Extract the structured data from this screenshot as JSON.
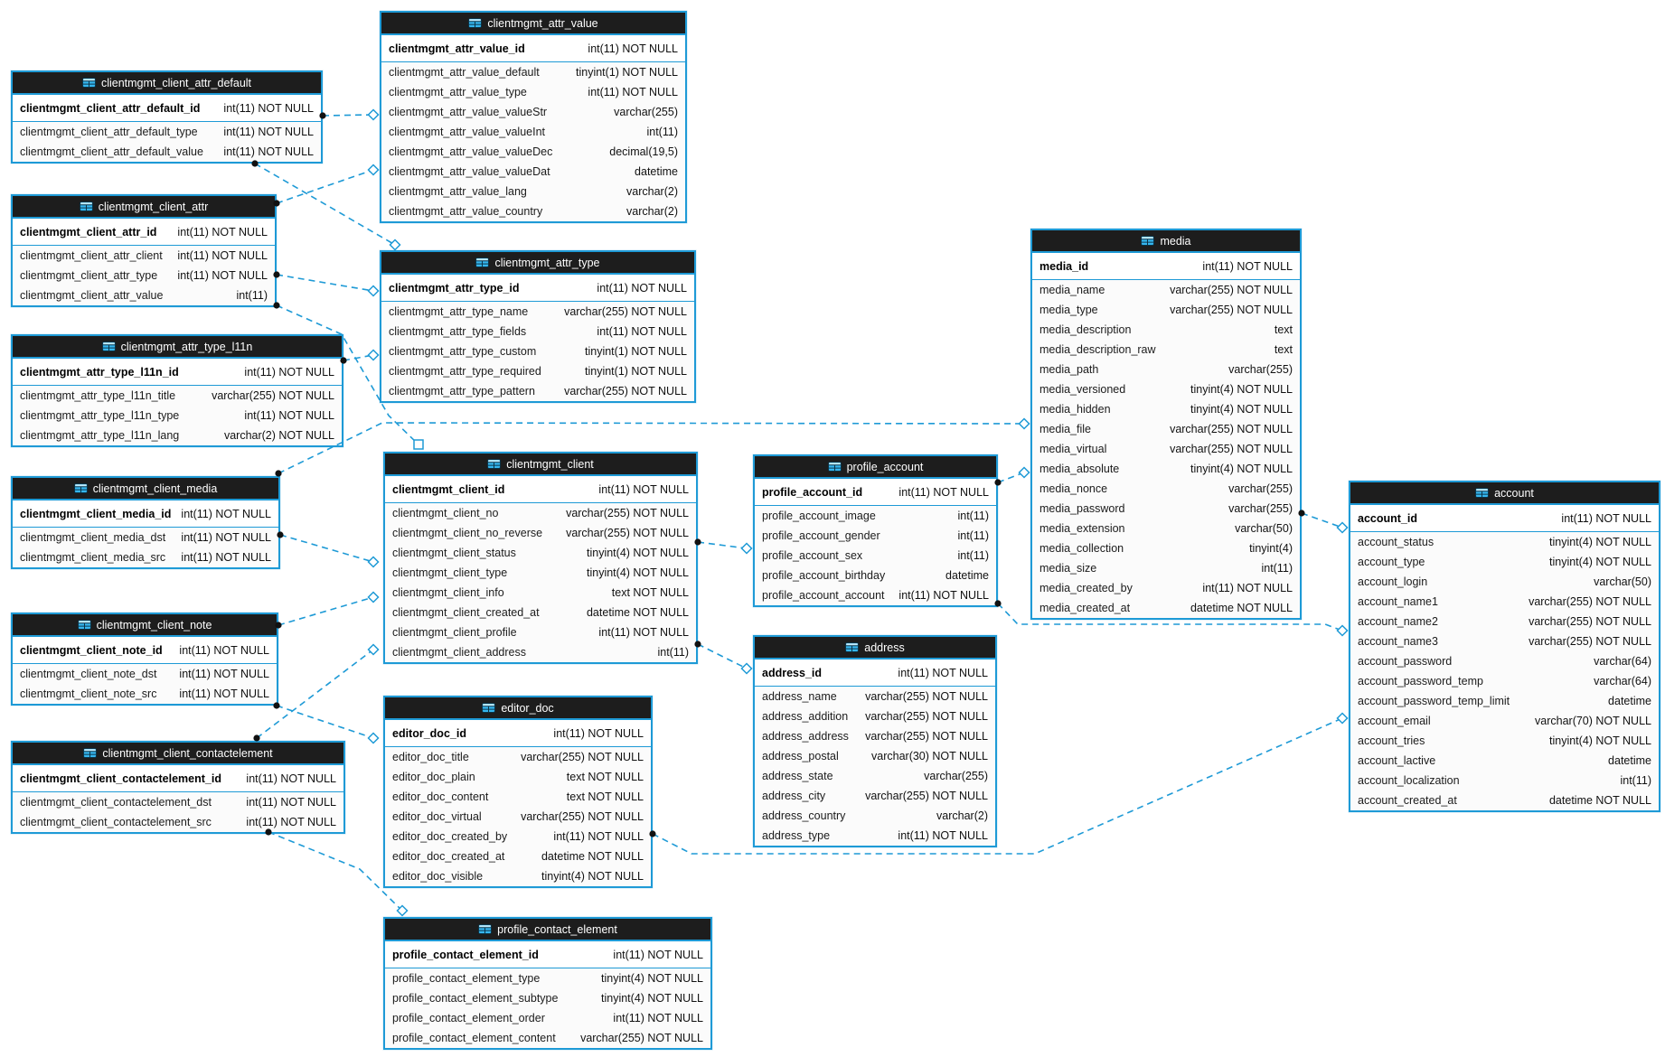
{
  "diagram": {
    "tables": [
      {
        "name": "clientmgmt_attr_value",
        "pk": {
          "name": "clientmgmt_attr_value_id",
          "type": "int(11) NOT NULL"
        },
        "columns": [
          {
            "name": "clientmgmt_attr_value_default",
            "type": "tinyint(1) NOT NULL"
          },
          {
            "name": "clientmgmt_attr_value_type",
            "type": "int(11) NOT NULL"
          },
          {
            "name": "clientmgmt_attr_value_valueStr",
            "type": "varchar(255)"
          },
          {
            "name": "clientmgmt_attr_value_valueInt",
            "type": "int(11)"
          },
          {
            "name": "clientmgmt_attr_value_valueDec",
            "type": "decimal(19,5)"
          },
          {
            "name": "clientmgmt_attr_value_valueDat",
            "type": "datetime"
          },
          {
            "name": "clientmgmt_attr_value_lang",
            "type": "varchar(2)"
          },
          {
            "name": "clientmgmt_attr_value_country",
            "type": "varchar(2)"
          }
        ]
      },
      {
        "name": "clientmgmt_client_attr_default",
        "pk": {
          "name": "clientmgmt_client_attr_default_id",
          "type": "int(11) NOT NULL"
        },
        "columns": [
          {
            "name": "clientmgmt_client_attr_default_type",
            "type": "int(11) NOT NULL"
          },
          {
            "name": "clientmgmt_client_attr_default_value",
            "type": "int(11) NOT NULL"
          }
        ]
      },
      {
        "name": "clientmgmt_client_attr",
        "pk": {
          "name": "clientmgmt_client_attr_id",
          "type": "int(11) NOT NULL"
        },
        "columns": [
          {
            "name": "clientmgmt_client_attr_client",
            "type": "int(11) NOT NULL"
          },
          {
            "name": "clientmgmt_client_attr_type",
            "type": "int(11) NOT NULL"
          },
          {
            "name": "clientmgmt_client_attr_value",
            "type": "int(11)"
          }
        ]
      },
      {
        "name": "clientmgmt_attr_type",
        "pk": {
          "name": "clientmgmt_attr_type_id",
          "type": "int(11) NOT NULL"
        },
        "columns": [
          {
            "name": "clientmgmt_attr_type_name",
            "type": "varchar(255) NOT NULL"
          },
          {
            "name": "clientmgmt_attr_type_fields",
            "type": "int(11) NOT NULL"
          },
          {
            "name": "clientmgmt_attr_type_custom",
            "type": "tinyint(1) NOT NULL"
          },
          {
            "name": "clientmgmt_attr_type_required",
            "type": "tinyint(1) NOT NULL"
          },
          {
            "name": "clientmgmt_attr_type_pattern",
            "type": "varchar(255) NOT NULL"
          }
        ]
      },
      {
        "name": "clientmgmt_attr_type_l11n",
        "pk": {
          "name": "clientmgmt_attr_type_l11n_id",
          "type": "int(11) NOT NULL"
        },
        "columns": [
          {
            "name": "clientmgmt_attr_type_l11n_title",
            "type": "varchar(255) NOT NULL"
          },
          {
            "name": "clientmgmt_attr_type_l11n_type",
            "type": "int(11) NOT NULL"
          },
          {
            "name": "clientmgmt_attr_type_l11n_lang",
            "type": "varchar(2) NOT NULL"
          }
        ]
      },
      {
        "name": "clientmgmt_client_media",
        "pk": {
          "name": "clientmgmt_client_media_id",
          "type": "int(11) NOT NULL"
        },
        "columns": [
          {
            "name": "clientmgmt_client_media_dst",
            "type": "int(11) NOT NULL"
          },
          {
            "name": "clientmgmt_client_media_src",
            "type": "int(11) NOT NULL"
          }
        ]
      },
      {
        "name": "clientmgmt_client_note",
        "pk": {
          "name": "clientmgmt_client_note_id",
          "type": "int(11) NOT NULL"
        },
        "columns": [
          {
            "name": "clientmgmt_client_note_dst",
            "type": "int(11) NOT NULL"
          },
          {
            "name": "clientmgmt_client_note_src",
            "type": "int(11) NOT NULL"
          }
        ]
      },
      {
        "name": "clientmgmt_client_contactelement",
        "pk": {
          "name": "clientmgmt_client_contactelement_id",
          "type": "int(11) NOT NULL"
        },
        "columns": [
          {
            "name": "clientmgmt_client_contactelement_dst",
            "type": "int(11) NOT NULL"
          },
          {
            "name": "clientmgmt_client_contactelement_src",
            "type": "int(11) NOT NULL"
          }
        ]
      },
      {
        "name": "clientmgmt_client",
        "pk": {
          "name": "clientmgmt_client_id",
          "type": "int(11) NOT NULL"
        },
        "columns": [
          {
            "name": "clientmgmt_client_no",
            "type": "varchar(255) NOT NULL"
          },
          {
            "name": "clientmgmt_client_no_reverse",
            "type": "varchar(255) NOT NULL"
          },
          {
            "name": "clientmgmt_client_status",
            "type": "tinyint(4) NOT NULL"
          },
          {
            "name": "clientmgmt_client_type",
            "type": "tinyint(4) NOT NULL"
          },
          {
            "name": "clientmgmt_client_info",
            "type": "text NOT NULL"
          },
          {
            "name": "clientmgmt_client_created_at",
            "type": "datetime NOT NULL"
          },
          {
            "name": "clientmgmt_client_profile",
            "type": "int(11) NOT NULL"
          },
          {
            "name": "clientmgmt_client_address",
            "type": "int(11)"
          }
        ]
      },
      {
        "name": "editor_doc",
        "pk": {
          "name": "editor_doc_id",
          "type": "int(11) NOT NULL"
        },
        "columns": [
          {
            "name": "editor_doc_title",
            "type": "varchar(255) NOT NULL"
          },
          {
            "name": "editor_doc_plain",
            "type": "text NOT NULL"
          },
          {
            "name": "editor_doc_content",
            "type": "text NOT NULL"
          },
          {
            "name": "editor_doc_virtual",
            "type": "varchar(255) NOT NULL"
          },
          {
            "name": "editor_doc_created_by",
            "type": "int(11) NOT NULL"
          },
          {
            "name": "editor_doc_created_at",
            "type": "datetime NOT NULL"
          },
          {
            "name": "editor_doc_visible",
            "type": "tinyint(4) NOT NULL"
          }
        ]
      },
      {
        "name": "profile_contact_element",
        "pk": {
          "name": "profile_contact_element_id",
          "type": "int(11) NOT NULL"
        },
        "columns": [
          {
            "name": "profile_contact_element_type",
            "type": "tinyint(4) NOT NULL"
          },
          {
            "name": "profile_contact_element_subtype",
            "type": "tinyint(4) NOT NULL"
          },
          {
            "name": "profile_contact_element_order",
            "type": "int(11) NOT NULL"
          },
          {
            "name": "profile_contact_element_content",
            "type": "varchar(255) NOT NULL"
          }
        ]
      },
      {
        "name": "profile_account",
        "pk": {
          "name": "profile_account_id",
          "type": "int(11) NOT NULL"
        },
        "columns": [
          {
            "name": "profile_account_image",
            "type": "int(11)"
          },
          {
            "name": "profile_account_gender",
            "type": "int(11)"
          },
          {
            "name": "profile_account_sex",
            "type": "int(11)"
          },
          {
            "name": "profile_account_birthday",
            "type": "datetime"
          },
          {
            "name": "profile_account_account",
            "type": "int(11) NOT NULL"
          }
        ]
      },
      {
        "name": "address",
        "pk": {
          "name": "address_id",
          "type": "int(11) NOT NULL"
        },
        "columns": [
          {
            "name": "address_name",
            "type": "varchar(255) NOT NULL"
          },
          {
            "name": "address_addition",
            "type": "varchar(255) NOT NULL"
          },
          {
            "name": "address_address",
            "type": "varchar(255) NOT NULL"
          },
          {
            "name": "address_postal",
            "type": "varchar(30) NOT NULL"
          },
          {
            "name": "address_state",
            "type": "varchar(255)"
          },
          {
            "name": "address_city",
            "type": "varchar(255) NOT NULL"
          },
          {
            "name": "address_country",
            "type": "varchar(2)"
          },
          {
            "name": "address_type",
            "type": "int(11) NOT NULL"
          }
        ]
      },
      {
        "name": "media",
        "pk": {
          "name": "media_id",
          "type": "int(11) NOT NULL"
        },
        "columns": [
          {
            "name": "media_name",
            "type": "varchar(255) NOT NULL"
          },
          {
            "name": "media_type",
            "type": "varchar(255) NOT NULL"
          },
          {
            "name": "media_description",
            "type": "text"
          },
          {
            "name": "media_description_raw",
            "type": "text"
          },
          {
            "name": "media_path",
            "type": "varchar(255)"
          },
          {
            "name": "media_versioned",
            "type": "tinyint(4) NOT NULL"
          },
          {
            "name": "media_hidden",
            "type": "tinyint(4) NOT NULL"
          },
          {
            "name": "media_file",
            "type": "varchar(255) NOT NULL"
          },
          {
            "name": "media_virtual",
            "type": "varchar(255) NOT NULL"
          },
          {
            "name": "media_absolute",
            "type": "tinyint(4) NOT NULL"
          },
          {
            "name": "media_nonce",
            "type": "varchar(255)"
          },
          {
            "name": "media_password",
            "type": "varchar(255)"
          },
          {
            "name": "media_extension",
            "type": "varchar(50)"
          },
          {
            "name": "media_collection",
            "type": "tinyint(4)"
          },
          {
            "name": "media_size",
            "type": "int(11)"
          },
          {
            "name": "media_created_by",
            "type": "int(11) NOT NULL"
          },
          {
            "name": "media_created_at",
            "type": "datetime NOT NULL"
          }
        ]
      },
      {
        "name": "account",
        "pk": {
          "name": "account_id",
          "type": "int(11) NOT NULL"
        },
        "columns": [
          {
            "name": "account_status",
            "type": "tinyint(4) NOT NULL"
          },
          {
            "name": "account_type",
            "type": "tinyint(4) NOT NULL"
          },
          {
            "name": "account_login",
            "type": "varchar(50)"
          },
          {
            "name": "account_name1",
            "type": "varchar(255) NOT NULL"
          },
          {
            "name": "account_name2",
            "type": "varchar(255) NOT NULL"
          },
          {
            "name": "account_name3",
            "type": "varchar(255) NOT NULL"
          },
          {
            "name": "account_password",
            "type": "varchar(64)"
          },
          {
            "name": "account_password_temp",
            "type": "varchar(64)"
          },
          {
            "name": "account_password_temp_limit",
            "type": "datetime"
          },
          {
            "name": "account_email",
            "type": "varchar(70) NOT NULL"
          },
          {
            "name": "account_tries",
            "type": "tinyint(4) NOT NULL"
          },
          {
            "name": "account_lactive",
            "type": "datetime"
          },
          {
            "name": "account_localization",
            "type": "int(11)"
          },
          {
            "name": "account_created_at",
            "type": "datetime NOT NULL"
          }
        ]
      }
    ],
    "relations": [
      {
        "from": "clientmgmt_client_attr_default",
        "to": "clientmgmt_attr_value"
      },
      {
        "from": "clientmgmt_client_attr_default",
        "to": "clientmgmt_attr_type"
      },
      {
        "from": "clientmgmt_client_attr",
        "to": "clientmgmt_attr_value"
      },
      {
        "from": "clientmgmt_client_attr",
        "to": "clientmgmt_attr_type"
      },
      {
        "from": "clientmgmt_client_attr",
        "to": "clientmgmt_client"
      },
      {
        "from": "clientmgmt_attr_type_l11n",
        "to": "clientmgmt_attr_type"
      },
      {
        "from": "clientmgmt_client_media",
        "to": "media"
      },
      {
        "from": "clientmgmt_client_media",
        "to": "clientmgmt_client"
      },
      {
        "from": "clientmgmt_client_note",
        "to": "clientmgmt_client"
      },
      {
        "from": "clientmgmt_client_note",
        "to": "editor_doc"
      },
      {
        "from": "clientmgmt_client_contactelement",
        "to": "clientmgmt_client"
      },
      {
        "from": "clientmgmt_client_contactelement",
        "to": "profile_contact_element"
      },
      {
        "from": "clientmgmt_client",
        "to": "profile_account"
      },
      {
        "from": "clientmgmt_client",
        "to": "address"
      },
      {
        "from": "profile_account",
        "to": "media"
      },
      {
        "from": "profile_account",
        "to": "account"
      },
      {
        "from": "editor_doc",
        "to": "account"
      },
      {
        "from": "media",
        "to": "account"
      }
    ],
    "colors": {
      "border": "#1e9ad6",
      "title_bg": "#1d1d1d",
      "title_text": "#ffffff",
      "wire": "#1e9ad6",
      "dot": "#111111",
      "icon_blue": "#35b6ef"
    }
  }
}
